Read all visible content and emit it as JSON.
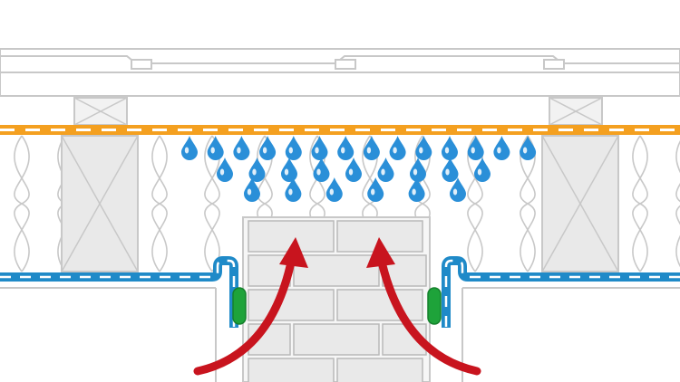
{
  "colors": {
    "background": "#ffffff",
    "line": "#c8c8c8",
    "line_dark": "#b9b9b9",
    "fill_light": "#f2f2f2",
    "fill_block": "#e9e9e9",
    "vapor_barrier_orange": "#f4a020",
    "membrane_blue": "#1f8ac8",
    "sealant_green": "#1ea33a",
    "airflow_red": "#c8141e",
    "droplet_blue": "#2a8fd8",
    "dash_white": "#ffffff"
  },
  "icons": {
    "droplet": "water-droplet-icon",
    "arrow": "airflow-arrow-icon",
    "sealant": "sealant-bead-icon"
  },
  "condensation": {
    "rows": [
      14,
      9,
      6
    ],
    "droplet_count": 29
  },
  "airflow": {
    "arrow_count": 2
  }
}
